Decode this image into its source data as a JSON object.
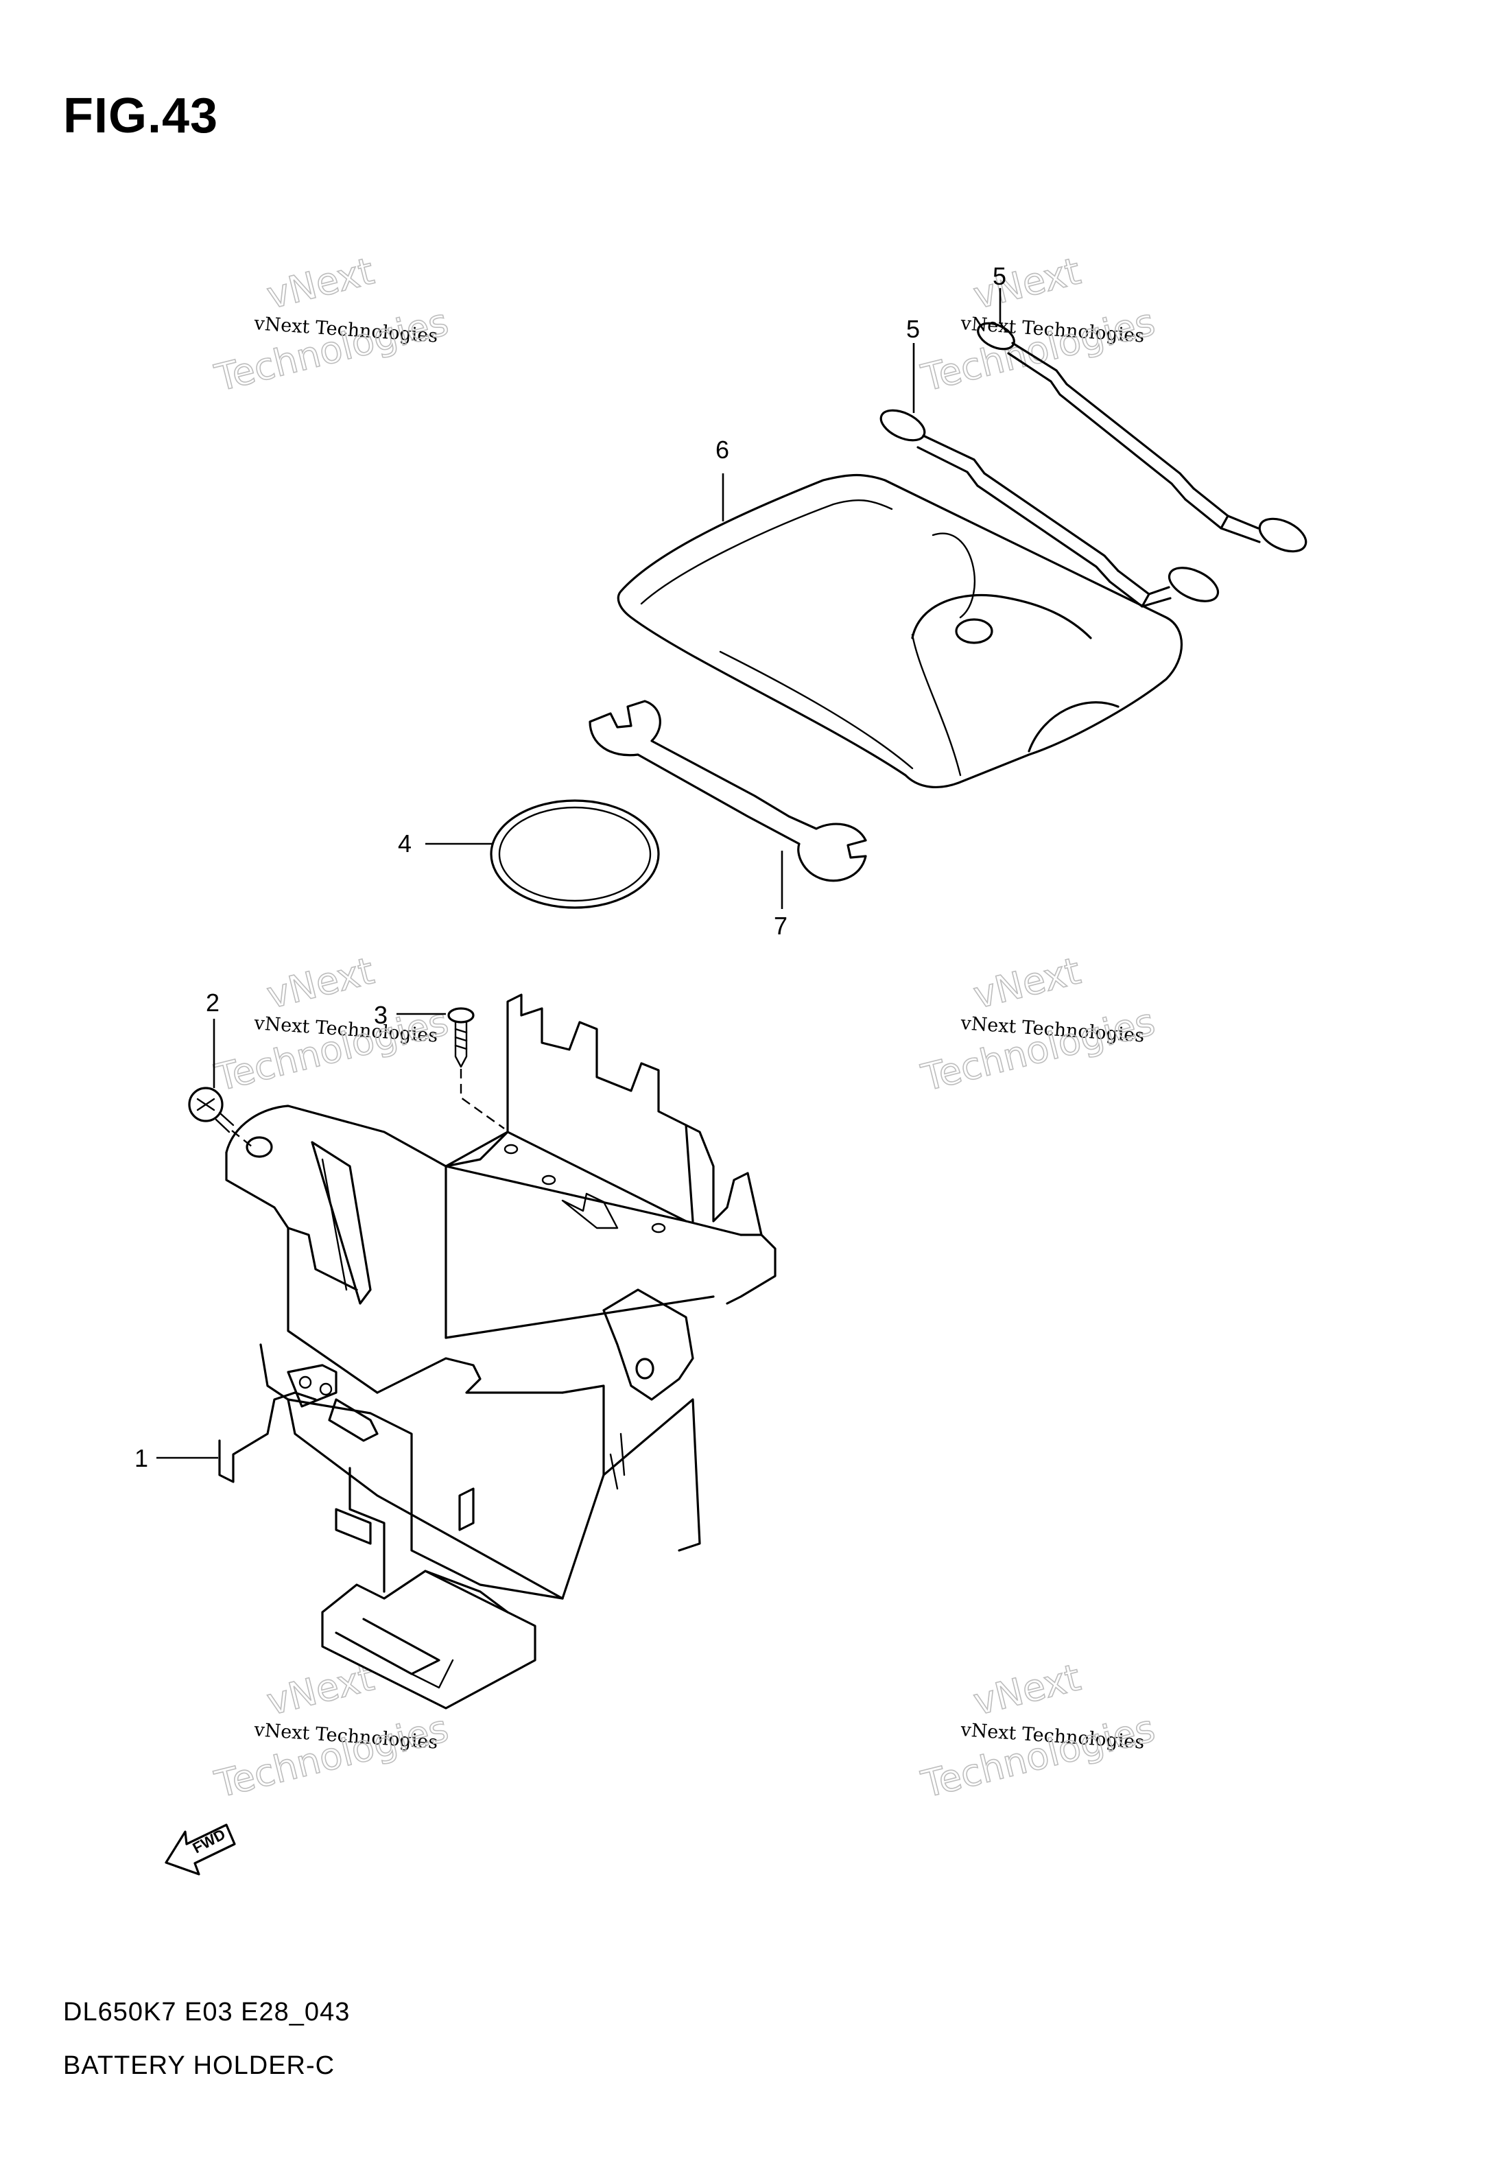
{
  "figure": {
    "title": "FIG.43",
    "model_code": "DL650K7 E03 E28_043",
    "diagram_name": "BATTERY HOLDER-C"
  },
  "watermark": {
    "small": "vNext Technologies",
    "top": "vNext",
    "bottom": "Technologies"
  },
  "callouts": {
    "c1": "1",
    "c2": "2",
    "c3": "3",
    "c4": "4",
    "c5a": "5",
    "c5b": "5",
    "c6": "6",
    "c7": "7"
  },
  "fwd_label": "FWD"
}
